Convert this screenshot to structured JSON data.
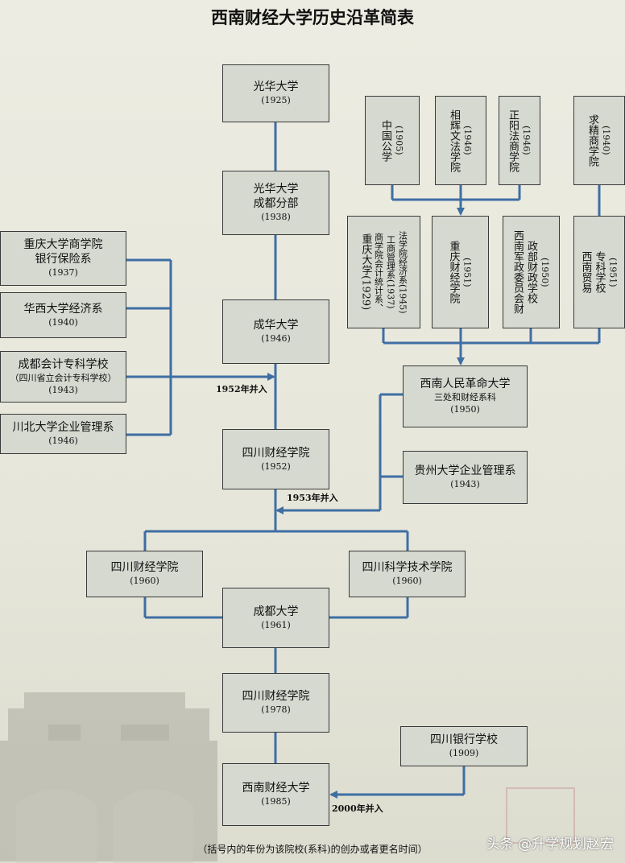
{
  "title": "西南财经大学历史沿革简表",
  "footnote": "（括号内的年份为该院校(系科)的创办或者更名时间）",
  "watermark": "头条 @升学规划赵宏",
  "labels": {
    "merge_1952": "1952年并入",
    "merge_1953": "1953年并入",
    "merge_2000": "2000年并入"
  },
  "boxes": {
    "guanghua": {
      "name": "光华大学",
      "year": "(1925)"
    },
    "guanghua_cd": {
      "name1": "光华大学",
      "name2": "成都分部",
      "year": "(1938)"
    },
    "chenghua": {
      "name": "成华大学",
      "year": "(1946)"
    },
    "sc_finance_1952": {
      "name": "四川财经学院",
      "year": "(1952)"
    },
    "cq_commerce": {
      "name1": "重庆大学商学院",
      "name2": "银行保险系",
      "year": "(1937)"
    },
    "huaxi": {
      "name": "华西大学经济系",
      "year": "(1940)"
    },
    "cd_accounting": {
      "name1": "成都会计专科学校",
      "name2": "（四川省立会计专科学校）",
      "year": "(1943)"
    },
    "chuanbei": {
      "name": "川北大学企业管理系",
      "year": "(1946)"
    },
    "zgg": {
      "col1": "中国公学",
      "col2": "(1905)"
    },
    "xianghui": {
      "col1": "相辉文法学院",
      "col2": "(1946)"
    },
    "zhengyang": {
      "col1": "正阳法商学院",
      "col2": "(1946)"
    },
    "qiujing": {
      "col1": "求精商学院",
      "col2": "(1940)"
    },
    "cq_university": {
      "col1": "重庆大学(1929)",
      "col2": "商学院会计统计系、",
      "col3": "工商管理系(1937)",
      "col4": "法学院经济系(1945)"
    },
    "cq_finance": {
      "col1": "重庆财经学院",
      "col2": "(1951)"
    },
    "xn_military": {
      "col1": "西南军政委员会财",
      "col2": "政部财政学校",
      "col3": "(1950)"
    },
    "xn_trade": {
      "col1": "西南贸易",
      "col2": "专科学校",
      "col3": "(1951)"
    },
    "xn_revolution": {
      "name": "西南人民革命大学",
      "sub": "三处和财经系科",
      "year": "(1950)"
    },
    "guizhou": {
      "name": "贵州大学企业管理系",
      "year": "(1943)"
    },
    "sc_finance_1960": {
      "name": "四川财经学院",
      "year": "(1960)"
    },
    "sc_science": {
      "name": "四川科学技术学院",
      "year": "(1960)"
    },
    "chengdu_univ": {
      "name": "成都大学",
      "year": "(1961)"
    },
    "sc_finance_1978": {
      "name": "四川财经学院",
      "year": "(1978)"
    },
    "sc_bank": {
      "name": "四川银行学校",
      "year": "(1909)"
    },
    "swufe": {
      "name": "西南财经大学",
      "year": "(1985)"
    }
  },
  "colors": {
    "line": "#3f6ea3",
    "box_fill": "#d5d9d0",
    "border": "#3a3a3a",
    "background": "#e9e9df"
  }
}
